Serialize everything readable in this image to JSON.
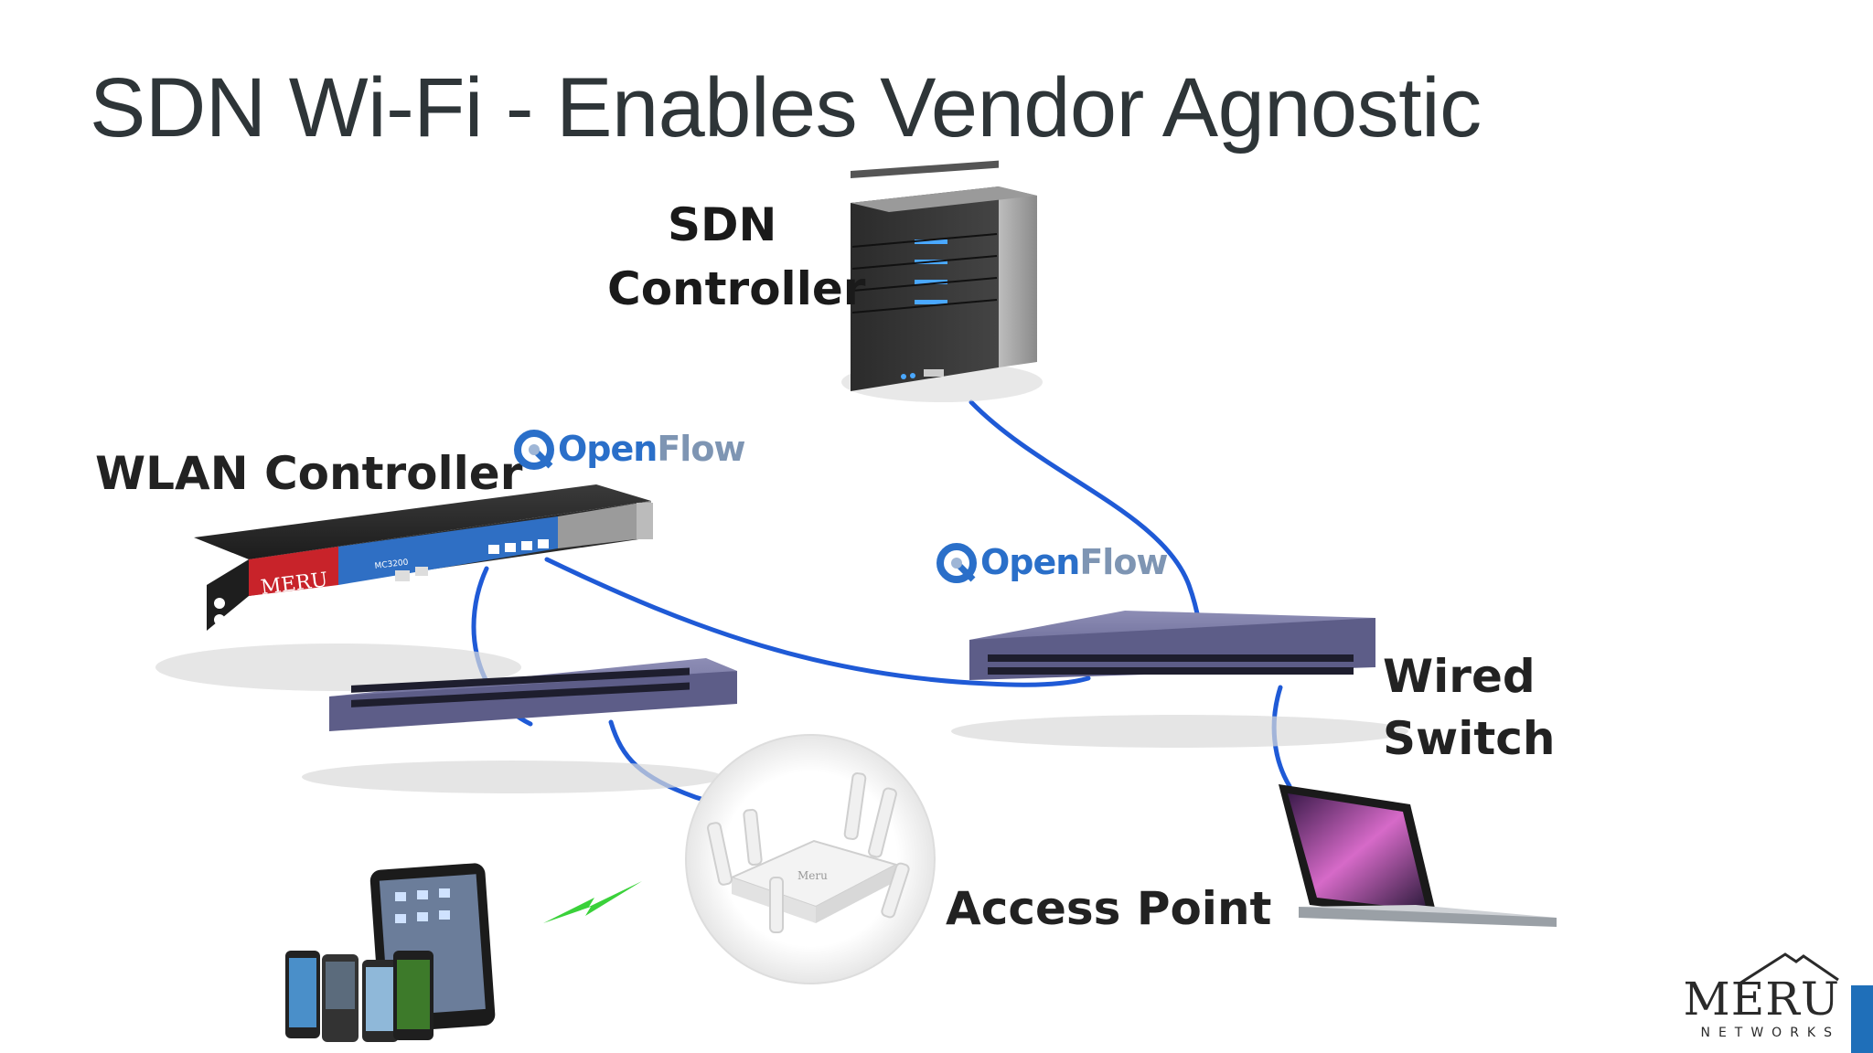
{
  "slide": {
    "title": "SDN Wi-Fi - Enables Vendor Agnostic"
  },
  "labels": {
    "sdn_controller_line1": "SDN",
    "sdn_controller_line2": "Controller",
    "wlan_controller": "WLAN Controller",
    "wired_switch_line1": "Wired",
    "wired_switch_line2": "Switch",
    "access_point": "Access Point"
  },
  "badges": {
    "openflow_open": "Open",
    "openflow_flow": "Flow"
  },
  "device_branding": {
    "controller_brand": "MERU",
    "controller_model": "MC3200"
  },
  "logo": {
    "word": "MERU",
    "sub": "NETWORKS"
  },
  "colors": {
    "title": "#2e3538",
    "cable": "#1f5ad6",
    "openflow_blue": "#2a6fc9",
    "switch_body": "#6e6e9a",
    "wireless_bolt": "#3ad13a",
    "accent_bar": "#1f6fb9"
  },
  "icons": {
    "sdn_controller": "server-tower-icon",
    "wlan_controller": "rack-appliance-icon",
    "switch": "network-switch-icon",
    "access_point": "wireless-access-point-icon",
    "laptop": "laptop-icon",
    "mobile_devices": "mobile-devices-icon",
    "wireless_link": "lightning-bolt-icon",
    "openflow": "openflow-logo-icon"
  }
}
